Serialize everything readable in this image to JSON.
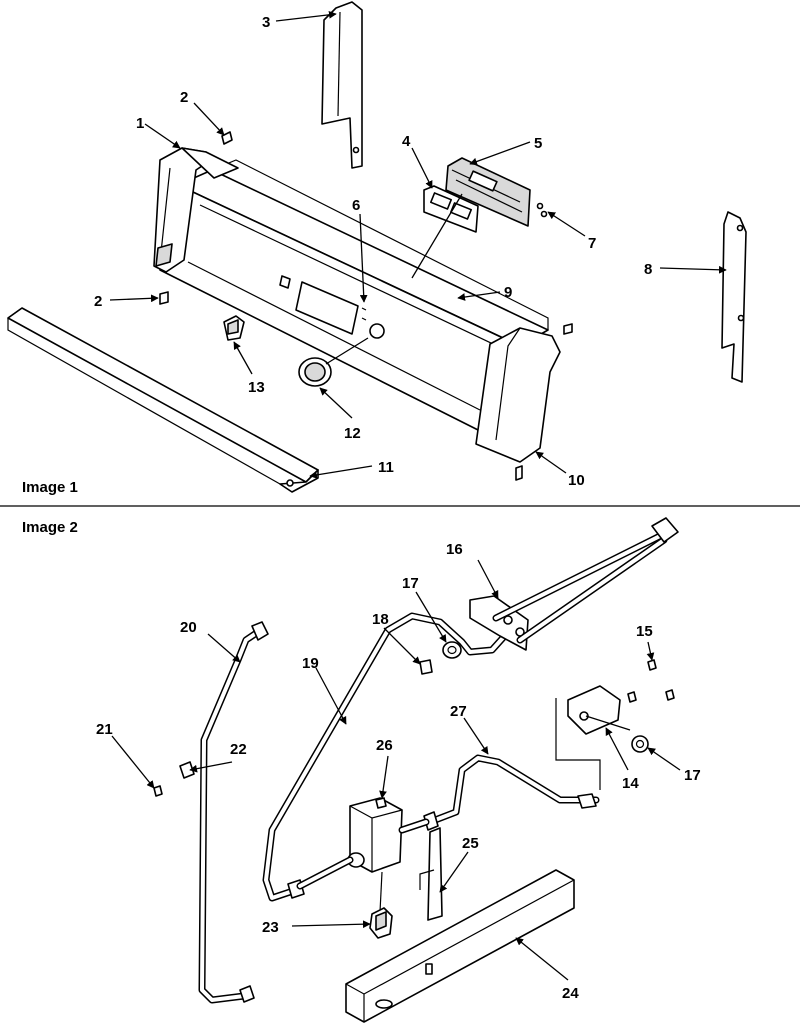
{
  "sections": {
    "image1": "Image 1",
    "image2": "Image 2"
  },
  "callouts": {
    "c1": "1",
    "c2a": "2",
    "c2b": "2",
    "c3": "3",
    "c4": "4",
    "c5": "5",
    "c6": "6",
    "c7": "7",
    "c8": "8",
    "c9": "9",
    "c10": "10",
    "c11": "11",
    "c12": "12",
    "c13": "13",
    "c14": "14",
    "c15": "15",
    "c16": "16",
    "c17a": "17",
    "c17b": "17",
    "c18": "18",
    "c19": "19",
    "c20": "20",
    "c21": "21",
    "c22": "22",
    "c23": "23",
    "c24": "24",
    "c25": "25",
    "c26": "26",
    "c27": "27"
  }
}
